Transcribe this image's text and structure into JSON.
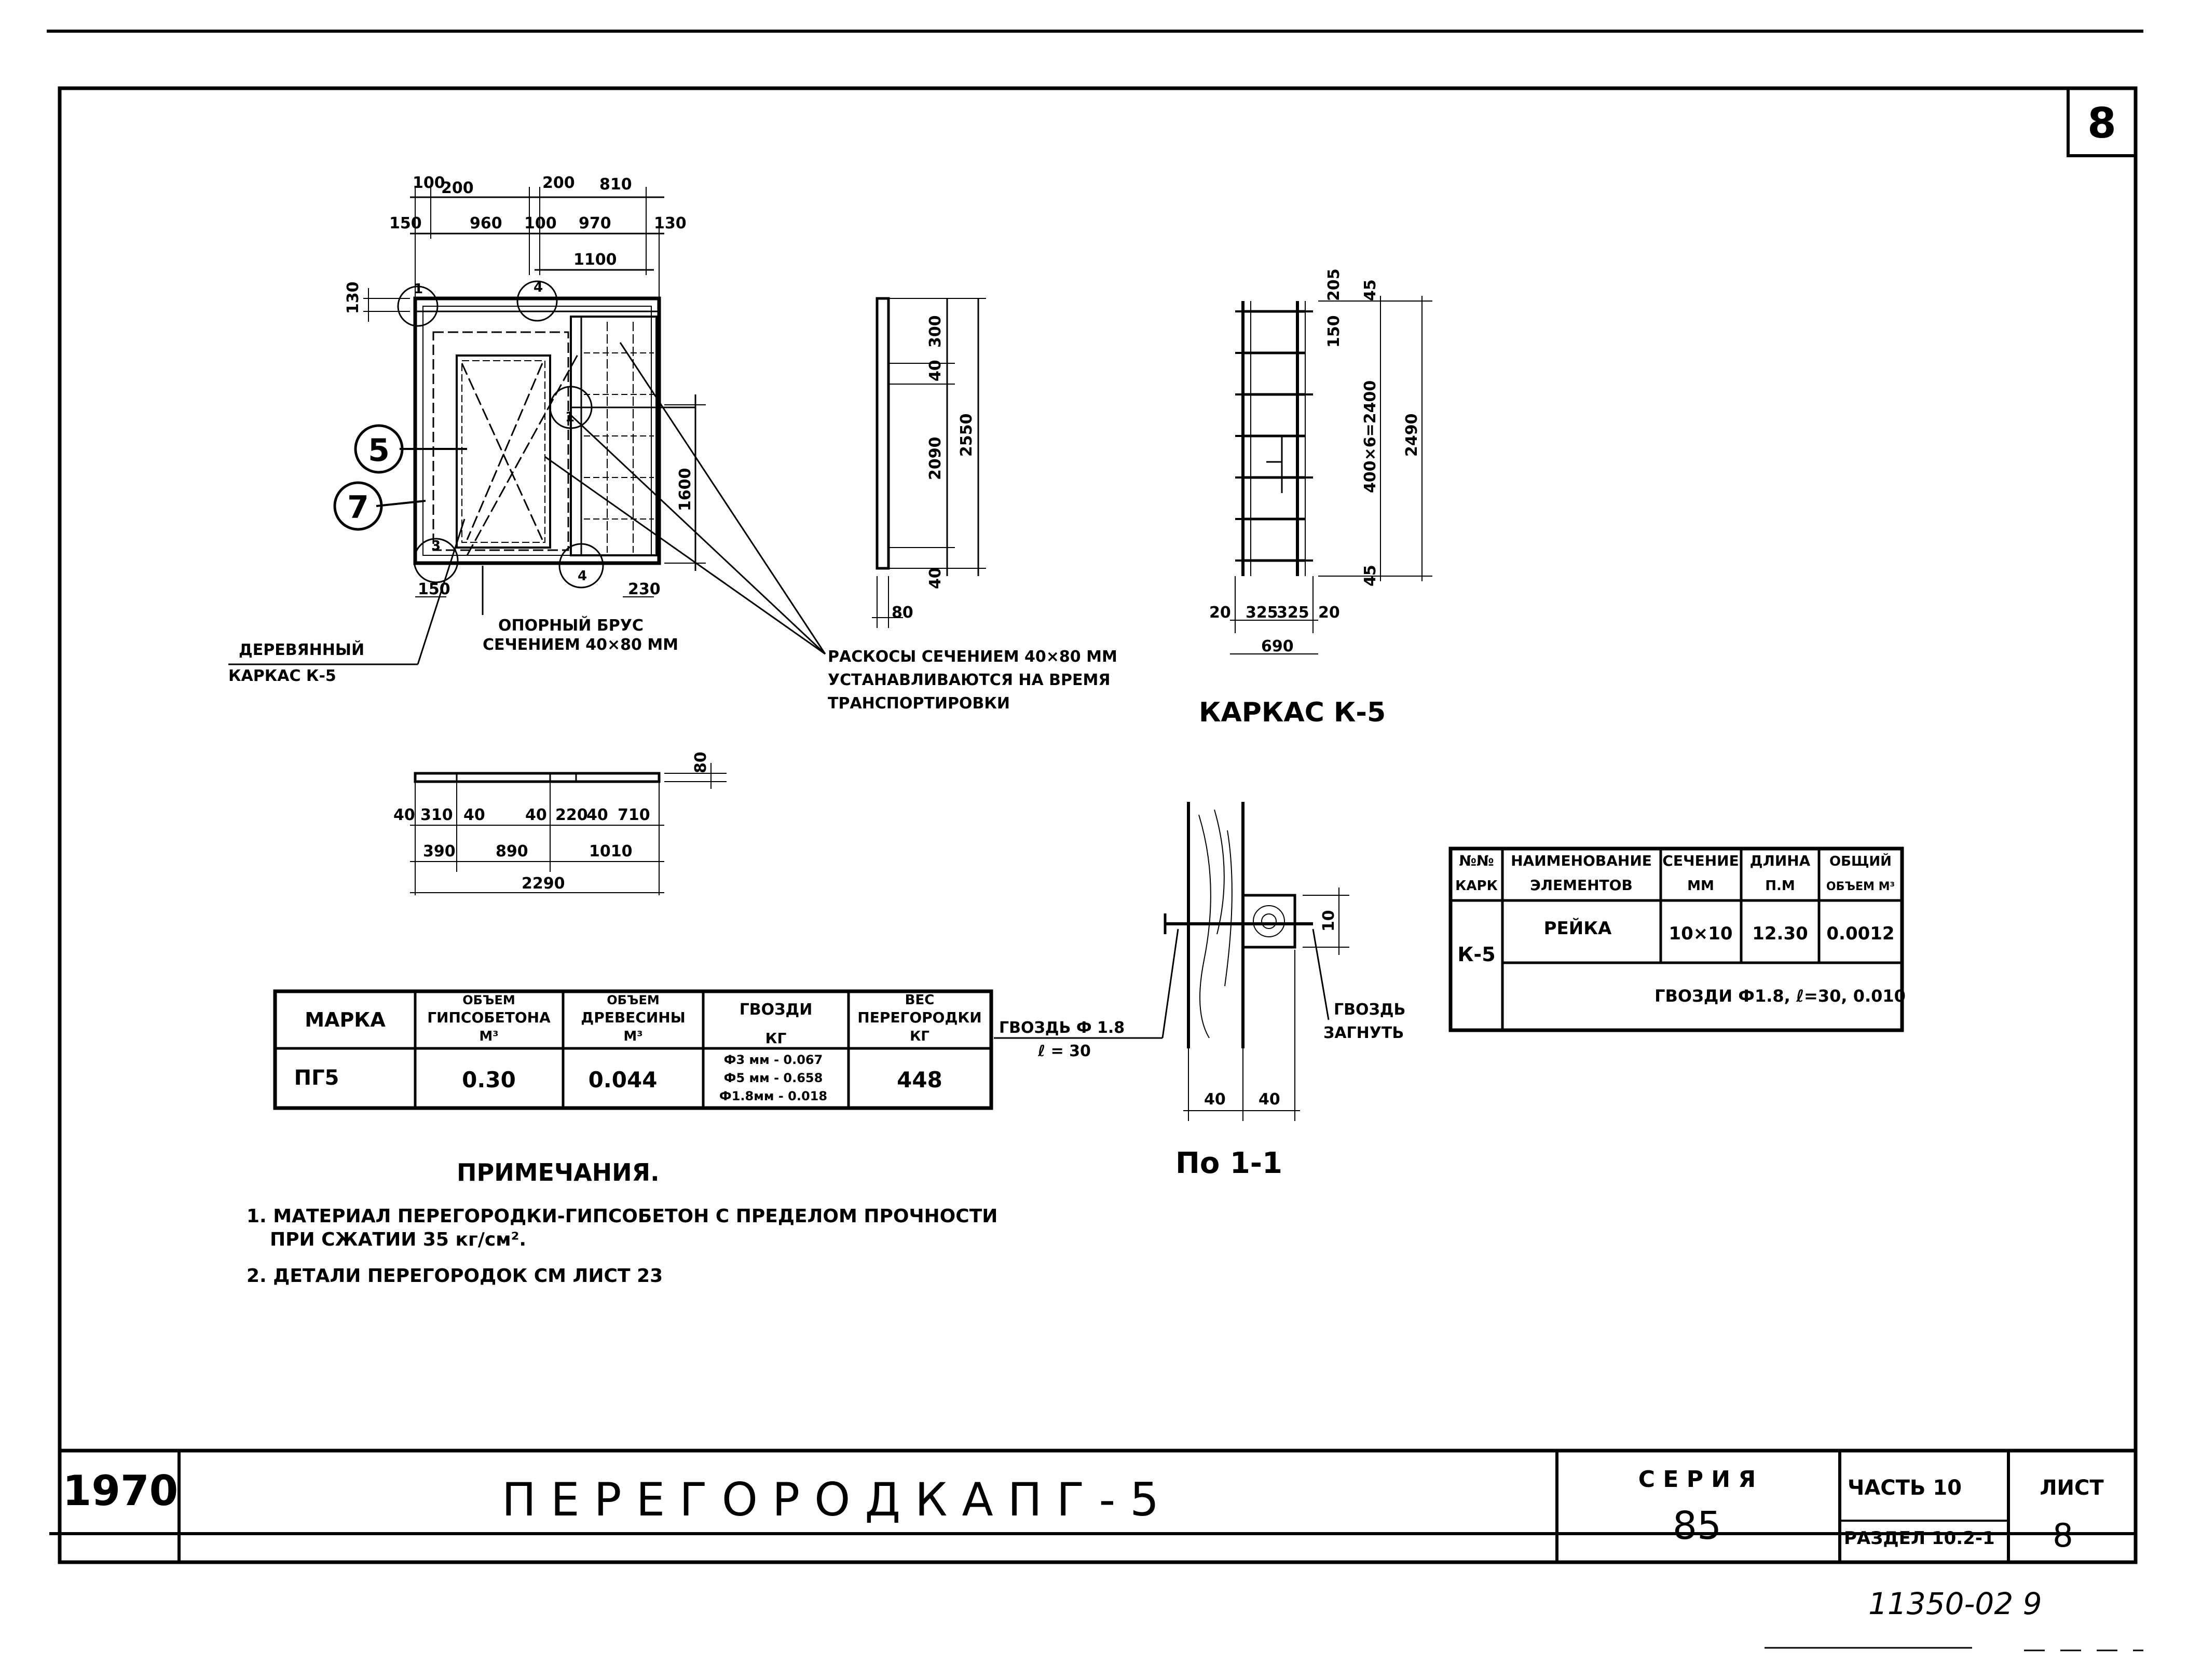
{
  "sheet": {
    "corner_sheet_no": "8",
    "handwritten_code": "11350-02  9"
  },
  "facade": {
    "dims_top1": [
      "100",
      "200",
      "200",
      "810"
    ],
    "dims_top2": [
      "150",
      "960",
      "100",
      "970",
      "130"
    ],
    "dim_1100": "1100",
    "dim_130": "130",
    "dim_1600": "1600",
    "dim_150": "150",
    "dim_230": "230",
    "callouts": {
      "c1": "1",
      "c4": "4",
      "c3": "3",
      "c4b": "4",
      "c1b": "1",
      "c5": "5",
      "c7": "7"
    },
    "label_frame": [
      "ДЕРЕВЯННЫЙ",
      "КАРКАС К-5"
    ],
    "label_beam": [
      "ОПОРНЫЙ  БРУС",
      "СЕЧЕНИЕМ 40×80 ММ"
    ],
    "label_braces": [
      "РАСКОСЫ СЕЧЕНИЕМ 40×80 ММ",
      "УСТАНАВЛИВАЮТСЯ НА ВРЕМЯ",
      "ТРАНСПОРТИРОВКИ"
    ]
  },
  "section": {
    "dims": [
      "300",
      "40",
      "2090",
      "2550",
      "40",
      "80"
    ]
  },
  "frame": {
    "dims_v": [
      "205",
      "45",
      "150",
      "400×6=2400",
      "2490",
      "45"
    ],
    "dims_b": [
      "20",
      "325",
      "325",
      "20"
    ],
    "dim_690": "690",
    "title": "КАРКАС К-5"
  },
  "plan": {
    "dims_row1": [
      "40",
      "310",
      "40",
      "40",
      "220",
      "40",
      "710"
    ],
    "dims_row2": [
      "390",
      "890",
      "1010"
    ],
    "dim_total": "2290",
    "dim_80": "80"
  },
  "detail": {
    "dim_10": "10",
    "dims_b": [
      "40",
      "40"
    ],
    "nail_left": [
      "ГВОЗДЬ Ф 1.8",
      "ℓ = 30"
    ],
    "nail_right": [
      "ГВОЗДЬ",
      "ЗАГНУТЬ"
    ],
    "title": "По 1-1"
  },
  "table_main": {
    "headers": [
      [
        "МАРКА"
      ],
      [
        "ОБЪЕМ",
        "ГИПСОБЕТОНА",
        "М³"
      ],
      [
        "ОБЪЕМ",
        "ДРЕВЕСИНЫ",
        "М³"
      ],
      [
        "ГВОЗДИ",
        "",
        "КГ"
      ],
      [
        "ВЕС",
        "ПЕРЕГОРОДКИ",
        "КГ"
      ]
    ],
    "row": {
      "mark": "ПГ5",
      "gypsum": "0.30",
      "wood": "0.044",
      "nails": [
        "Ф3 мм - 0.067",
        "Ф5 мм - 0.658",
        "Ф1.8мм - 0.018"
      ],
      "weight": "448"
    }
  },
  "table_frame": {
    "headers": [
      [
        "№№",
        "КАРК"
      ],
      [
        "НАИМЕНОВАНИЕ",
        "ЭЛЕМЕНТОВ"
      ],
      [
        "СЕЧЕНИЕ",
        "ММ"
      ],
      [
        "ДЛИНА",
        "П.М"
      ],
      [
        "ОБЩИЙ",
        "ОБЪЕМ М³"
      ]
    ],
    "mark": "К-5",
    "row1": {
      "name": "РЕЙКА",
      "section": "10×10",
      "length": "12.30",
      "volume": "0.0012"
    },
    "row2": "ГВОЗДИ Ф1.8, ℓ=30,  0.010"
  },
  "notes": {
    "title": "ПРИМЕЧАНИЯ.",
    "items": [
      "1. МАТЕРИАЛ ПЕРЕГОРОДКИ-ГИПСОБЕТОН С ПРЕДЕЛОМ ПРОЧНОСТИ",
      "ПРИ СЖАТИИ 35 кг/см².",
      "2. ДЕТАЛИ ПЕРЕГОРОДОК СМ  ЛИСТ 23"
    ]
  },
  "stamp": {
    "year": "1970",
    "title": "П Е Р Е Г О Р О Д К А   П Г - 5",
    "series_label": "С Е Р И Я",
    "series_value": "85",
    "part": "ЧАСТЬ  10",
    "section": "РАЗДЕЛ 10.2-1",
    "sheet_label": "ЛИСТ",
    "sheet_value": "8"
  }
}
